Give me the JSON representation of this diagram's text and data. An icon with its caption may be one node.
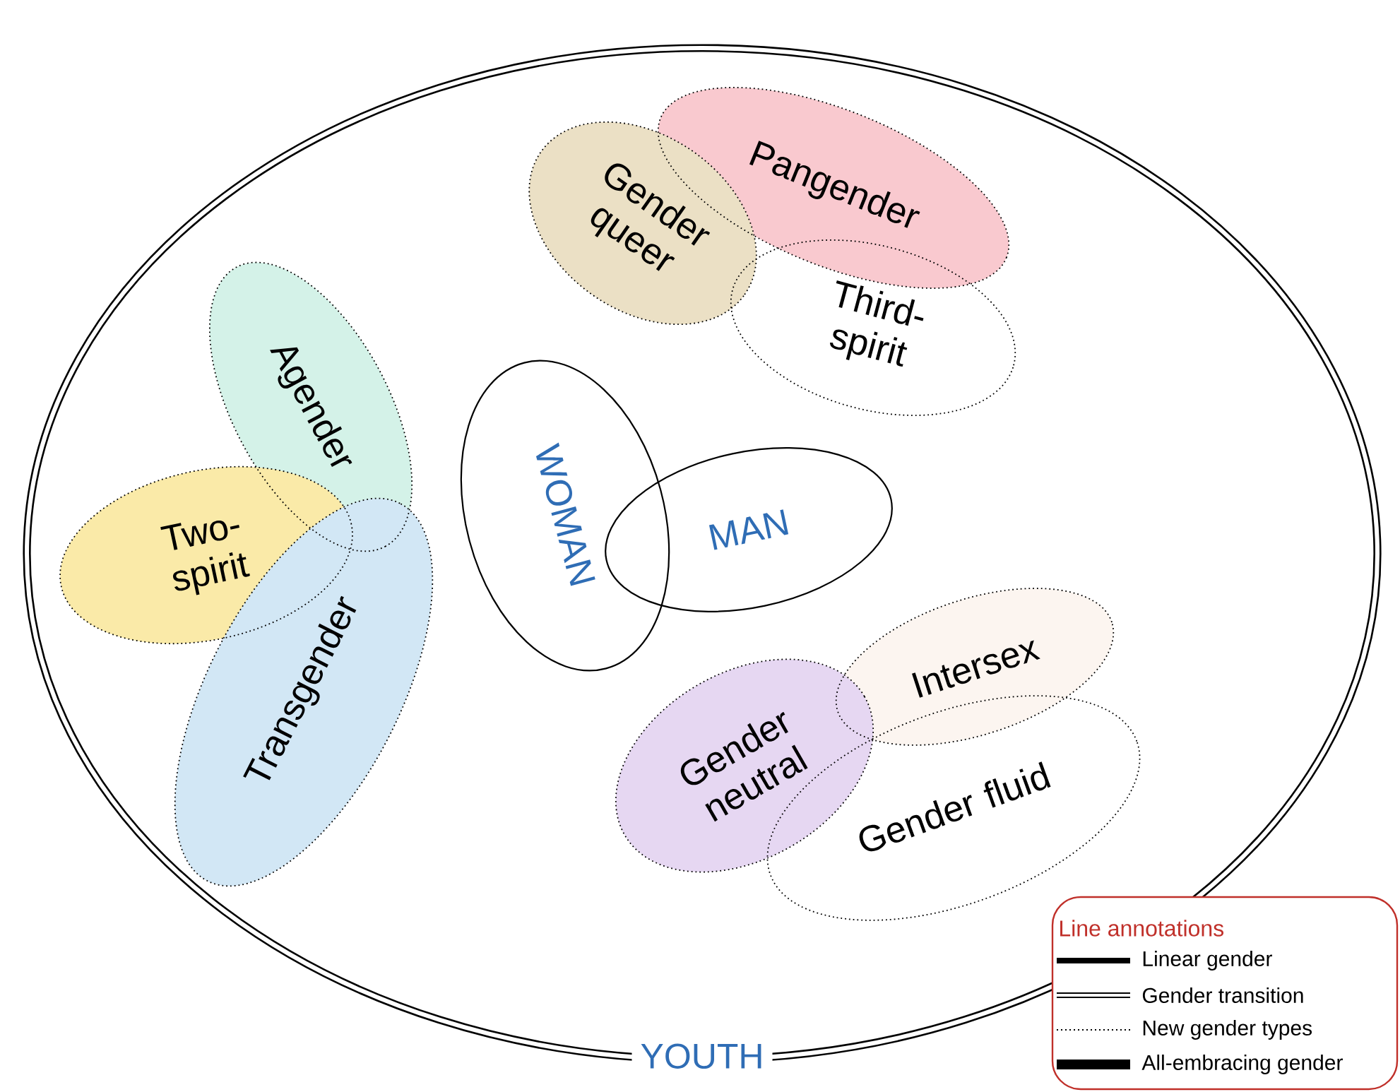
{
  "diagram": {
    "nodes": [
      {
        "text": [
          "YOUTH"
        ]
      },
      {
        "text": [
          "Pangender"
        ],
        "in": 0
      },
      {
        "text": [
          "Gender queer"
        ],
        "in": 0
      },
      {
        "text": [
          "Third-spirit"
        ],
        "in": 0
      },
      {
        "text": [
          "Agender"
        ],
        "in": 0
      },
      {
        "text": [
          "Two-spirit"
        ],
        "in": 0
      },
      {
        "text": [
          "Transgender"
        ],
        "in": 0
      },
      {
        "text": [
          "WOMAN"
        ],
        "in": 0
      },
      {
        "text": [
          "MAN"
        ],
        "in": 0
      },
      {
        "text": [
          "Intersex"
        ],
        "in": 0
      },
      {
        "text": [
          "Gender neutral"
        ],
        "in": 0
      },
      {
        "text": [
          "Gender fluid"
        ],
        "in": 0
      }
    ],
    "labels": [
      "Line annotations"
    ],
    "legend": [
      {
        "text": "Linear gender"
      },
      {
        "text": "Gender transition"
      },
      {
        "text": "New gender types"
      },
      {
        "text": "All-embracing gender"
      }
    ]
  }
}
